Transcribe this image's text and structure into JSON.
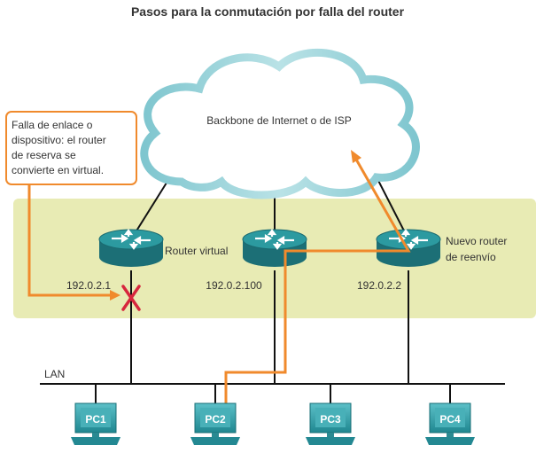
{
  "title": "Pasos para la conmutación por falla del router",
  "cloud_label": "Backbone de Internet o de ISP",
  "callout": {
    "lines": [
      "Falla de enlace o",
      "dispositivo: el router",
      "de reserva se",
      "convierte en virtual."
    ]
  },
  "routers": [
    {
      "name_lines": [],
      "ip": "192.0.2.1"
    },
    {
      "name_lines": [
        "Router virtual"
      ],
      "ip": "192.0.2.100"
    },
    {
      "name_lines": [
        "Nuevo router",
        "de reenvío"
      ],
      "ip": "192.0.2.2"
    }
  ],
  "lan_label": "LAN",
  "pcs": [
    "PC1",
    "PC2",
    "PC3",
    "PC4"
  ],
  "colors": {
    "zone": "#e8ebb4",
    "router_top": "#2c9aa0",
    "router_side": "#1c6f76",
    "path": "#f08a2c",
    "fail_x": "#d7263d",
    "pc": "#2a9aa3"
  }
}
